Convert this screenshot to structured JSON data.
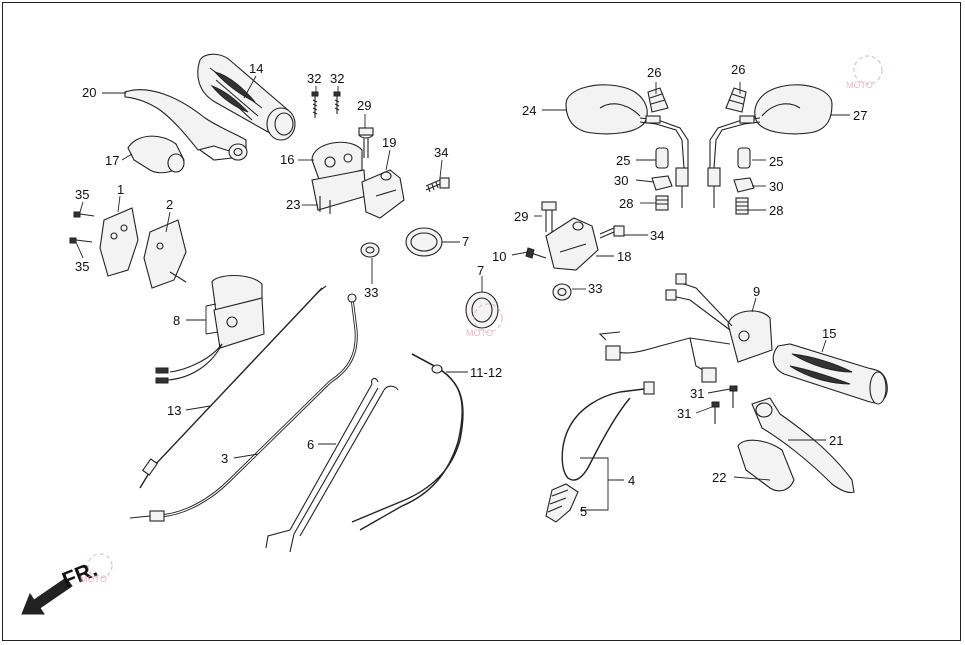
{
  "labels": [
    {
      "id": "p20",
      "text": "20"
    },
    {
      "id": "p14",
      "text": "14"
    },
    {
      "id": "p32a",
      "text": "32"
    },
    {
      "id": "p32b",
      "text": "32"
    },
    {
      "id": "p29a",
      "text": "29"
    },
    {
      "id": "p19",
      "text": "19"
    },
    {
      "id": "p16",
      "text": "16"
    },
    {
      "id": "p17",
      "text": "17"
    },
    {
      "id": "p34a",
      "text": "34"
    },
    {
      "id": "p23",
      "text": "23"
    },
    {
      "id": "p35a",
      "text": "35"
    },
    {
      "id": "p1",
      "text": "1"
    },
    {
      "id": "p2",
      "text": "2"
    },
    {
      "id": "p35b",
      "text": "35"
    },
    {
      "id": "p7a",
      "text": "7"
    },
    {
      "id": "p33a",
      "text": "33"
    },
    {
      "id": "p8",
      "text": "8"
    },
    {
      "id": "p13",
      "text": "13"
    },
    {
      "id": "p3",
      "text": "3"
    },
    {
      "id": "p6",
      "text": "6"
    },
    {
      "id": "p1112",
      "text": "11-12"
    },
    {
      "id": "p24",
      "text": "24"
    },
    {
      "id": "p26a",
      "text": "26"
    },
    {
      "id": "p26b",
      "text": "26"
    },
    {
      "id": "p27",
      "text": "27"
    },
    {
      "id": "p25a",
      "text": "25"
    },
    {
      "id": "p25b",
      "text": "25"
    },
    {
      "id": "p30a",
      "text": "30"
    },
    {
      "id": "p30b",
      "text": "30"
    },
    {
      "id": "p28a",
      "text": "28"
    },
    {
      "id": "p28b",
      "text": "28"
    },
    {
      "id": "p29b",
      "text": "29"
    },
    {
      "id": "p34b",
      "text": "34"
    },
    {
      "id": "p10",
      "text": "10"
    },
    {
      "id": "p18",
      "text": "18"
    },
    {
      "id": "p7b",
      "text": "7"
    },
    {
      "id": "p33b",
      "text": "33"
    },
    {
      "id": "p9",
      "text": "9"
    },
    {
      "id": "p15",
      "text": "15"
    },
    {
      "id": "p31a",
      "text": "31"
    },
    {
      "id": "p31b",
      "text": "31"
    },
    {
      "id": "p21",
      "text": "21"
    },
    {
      "id": "p22",
      "text": "22"
    },
    {
      "id": "p4",
      "text": "4"
    },
    {
      "id": "p5",
      "text": "5"
    }
  ],
  "front_marker": "FR.",
  "watermark": "MOTO",
  "colors": {
    "line": "#222222",
    "watermark": "#e7a6b8",
    "background": "#ffffff"
  }
}
